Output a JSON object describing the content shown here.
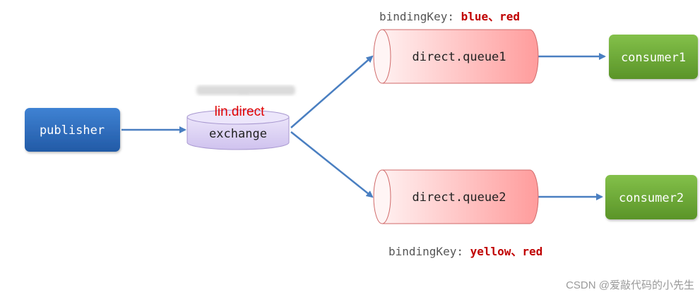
{
  "publisher": {
    "label": "publisher"
  },
  "exchange": {
    "name": "lin.direct",
    "label": "exchange",
    "blurred_caption": "…"
  },
  "queues": [
    {
      "label": "direct.queue1",
      "binding_prefix": "bindingKey: ",
      "binding_keys": "blue、red"
    },
    {
      "label": "direct.queue2",
      "binding_prefix": "bindingKey: ",
      "binding_keys": "yellow、red"
    }
  ],
  "consumers": [
    {
      "label": "consumer1"
    },
    {
      "label": "consumer2"
    }
  ],
  "watermark": "CSDN @爱敲代码的小先生",
  "colors": {
    "publisher": "#2e6fbf",
    "exchange": "#dcd2f2",
    "queue": "#ffb3b3",
    "consumer": "#6aa530",
    "arrow": "#4a7fc1",
    "binding_key": "#c00000",
    "exchange_name": "#e00000"
  }
}
